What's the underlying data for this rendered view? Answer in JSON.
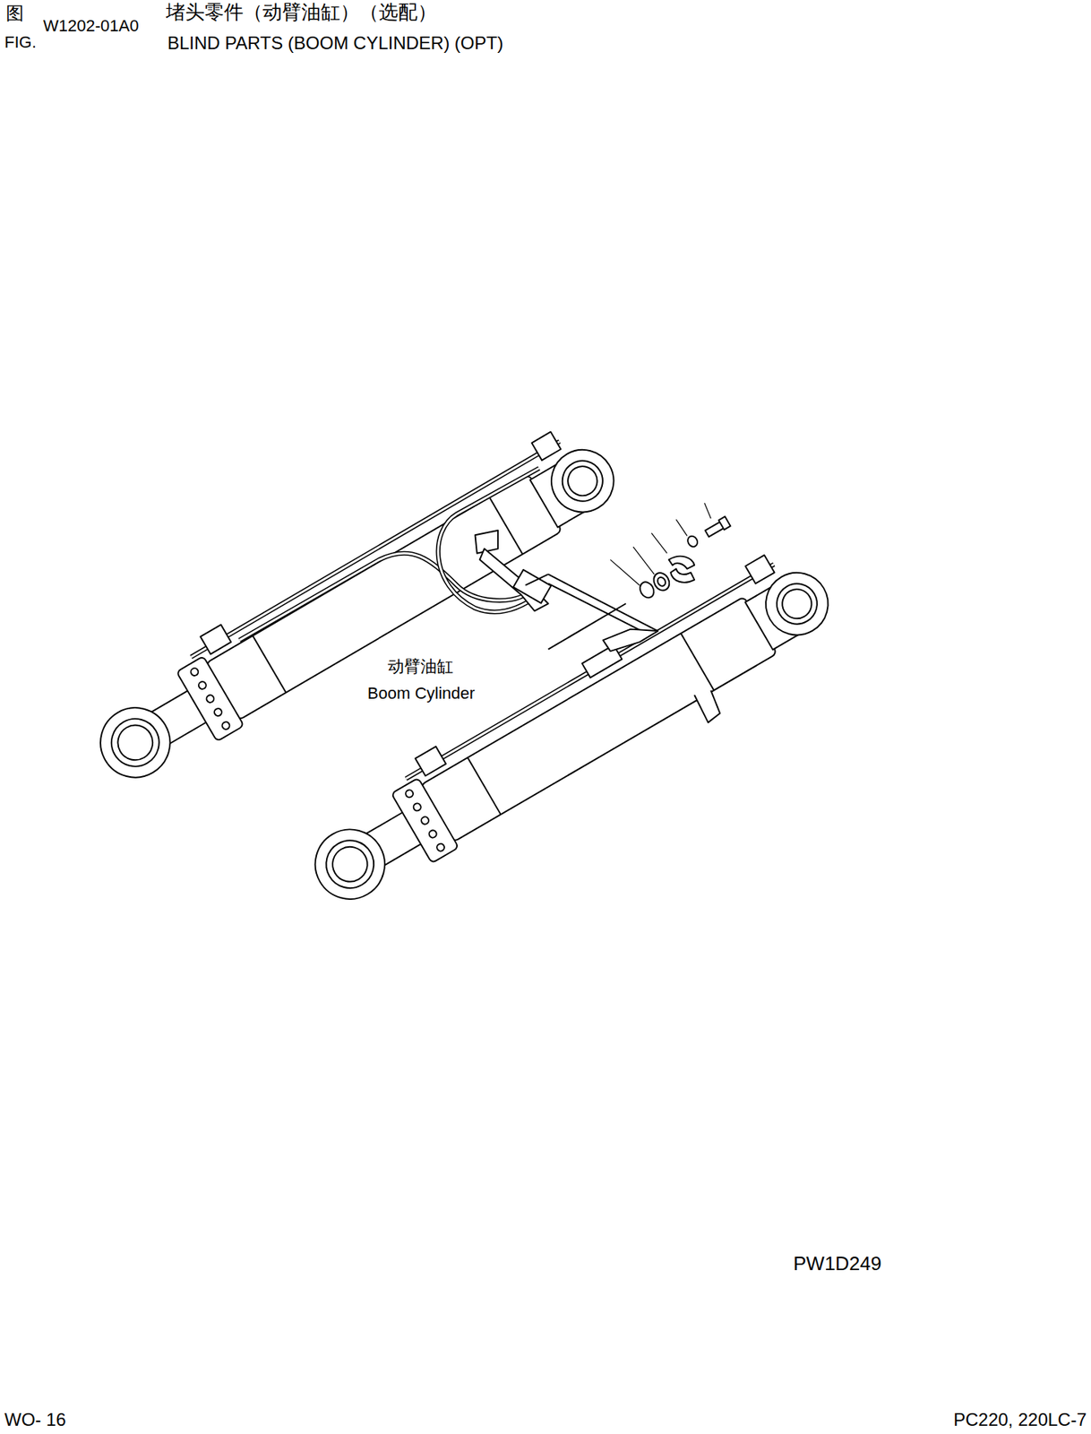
{
  "diagram": {
    "title": "堵头零件（动臂油缸）（选配）",
    "labels": [
      "图",
      "FIG.",
      "W1202-01A0",
      "BLIND PARTS (BOOM CYLINDER) (OPT)",
      "动臂油缸",
      "Boom Cylinder",
      "PW1D249",
      "WO- 16",
      "PC220, 220LC-7"
    ]
  }
}
